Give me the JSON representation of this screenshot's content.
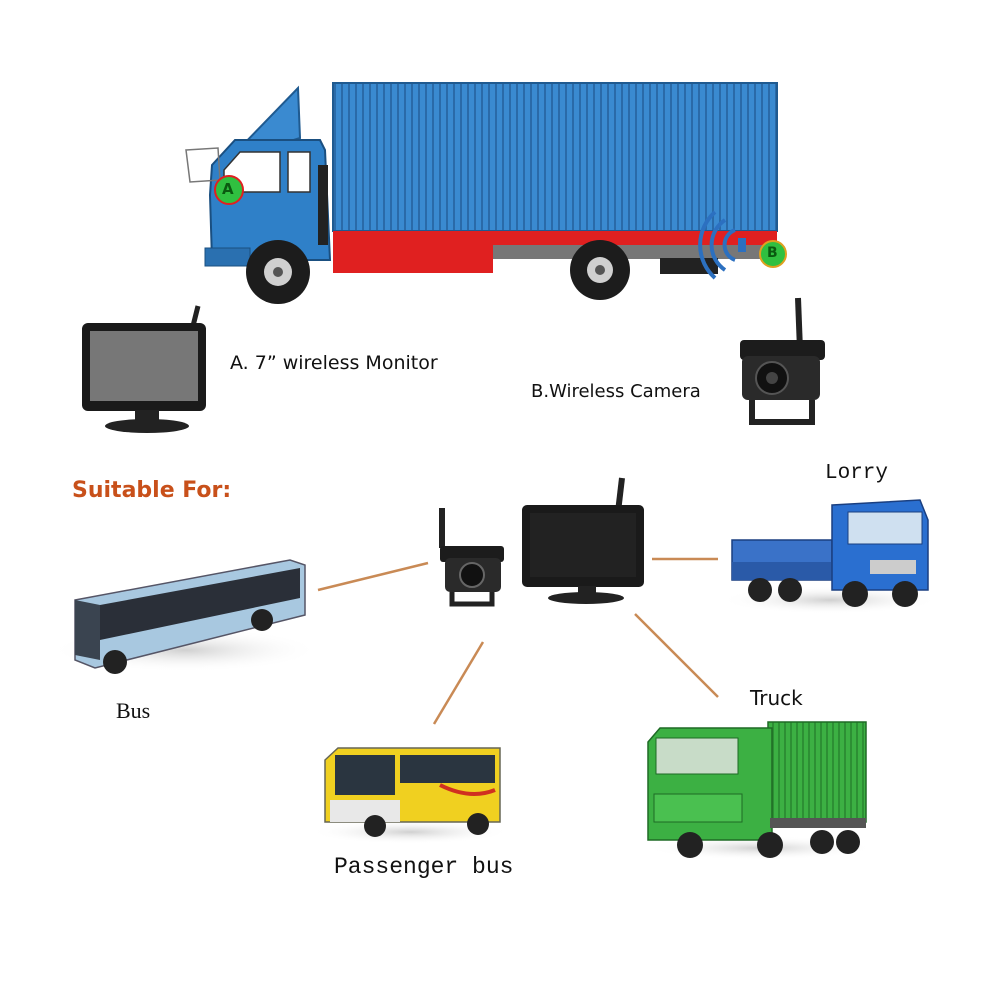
{
  "labels": {
    "monitor": "A. 7” wireless Monitor",
    "camera": "B.Wireless  Camera",
    "suitable": "Suitable For:",
    "lorry": "Lorry",
    "bus": "Bus",
    "truck": "Truck",
    "passenger_bus": "Passenger bus"
  },
  "markers": {
    "a": "A",
    "b": "B"
  },
  "colors": {
    "container_blue": "#3a8ad0",
    "cab_blue": "#2f80c8",
    "red_band": "#e02020",
    "suitable_orange": "#c8501a",
    "connector_line": "#c98a55",
    "bus_blue": "#a8c8e0",
    "passenger_yellow": "#f0d020",
    "truck_green": "#3cb043",
    "lorry_blue": "#2a6fd0",
    "marker_green": "#30c040"
  }
}
